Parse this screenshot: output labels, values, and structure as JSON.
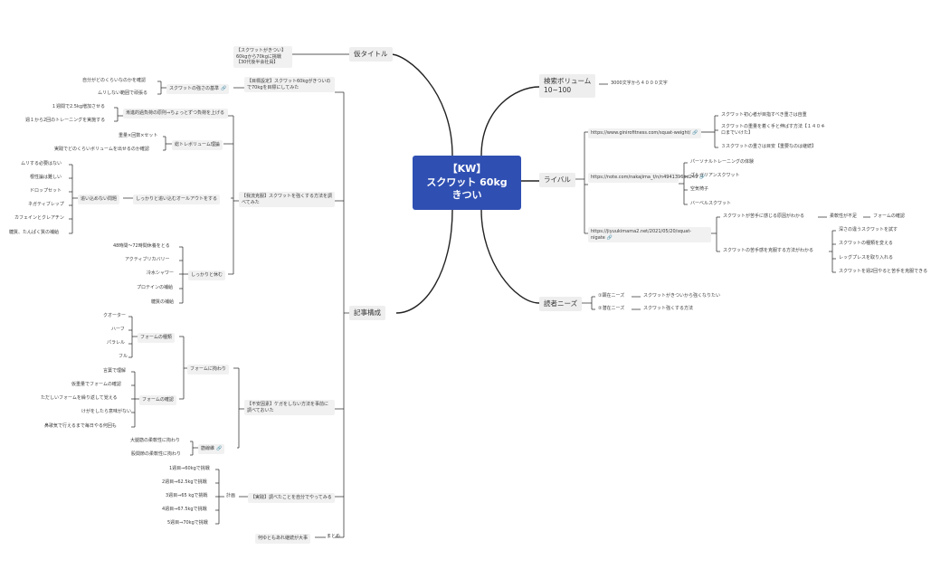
{
  "colors": {
    "root_bg": "#2f4fb2",
    "line": "#222222",
    "node_bg": "#f1f1f1"
  },
  "root": {
    "title_line1": "【KW】",
    "title_line2": "スクワット 60kg",
    "title_line3": "きつい"
  },
  "link_icon": "link-icon",
  "branches": {
    "kari_title": {
      "label": "仮タイトル",
      "child": "【スクワットがきつい】60kgから70kgに挑戦【30代後半会社員】"
    },
    "kiji_kousei": {
      "label": "記事構成",
      "goal": {
        "label": "【目標設定】スクワット60kgがきついので70kgを目標にしてみた",
        "child": "スクワットの強さの基準",
        "leaves": [
          "自分がどのくらいなのかを確認",
          "ムリしない範囲で頑張る"
        ]
      },
      "ryuugi": {
        "label": "【我流克服】スクワットを強くする方法を調べてみた",
        "fuka": {
          "label": "漸進的過負荷の原則⇒ちょっとずつ負荷を上げる",
          "leaves": [
            "１週間で2.5kg増加させる",
            "週１から2回のトレーニングを実施する"
          ]
        },
        "volume": {
          "label": "総トレボリューム理論",
          "leaves": [
            "重量×回数×セット",
            "実践でどのくらいボリュームを出せるのか確認"
          ]
        },
        "allout": {
          "label": "しっかりと追い込むオールアウトをする",
          "child": "追い込めない問題",
          "leaves": [
            "ムリする必要はない",
            "根性論は難しい",
            "ドロップセット",
            "ネガティブレップ",
            "カフェインとクレアチン",
            "糖質、たんぱく質の補給"
          ]
        },
        "rest": {
          "label": "しっかりと休む",
          "leaves": [
            "48時間～72時間休養をとる",
            "アクティブリカバリー",
            "冷水シャワー",
            "プロテインの補給",
            "糖質の補給"
          ]
        }
      },
      "fuan": {
        "label": "【不安因素】ケガをしない方法を事前に調べておいた",
        "form": {
          "label": "フォームに拘わり",
          "types": {
            "label": "フォームの種類",
            "leaves": [
              "クオーター",
              "ハーフ",
              "パラレル",
              "フル"
            ]
          },
          "check": {
            "label": "フォームの確認",
            "leaves": [
              "言葉で理解",
              "仮重量でフォームの確認",
              "ただしいフォームを繰り返して覚える",
              "けがをしたら意味がない",
              "鼻歌気で行えるまで毎日やる何回も"
            ]
          }
        },
        "kinsen": {
          "label": "筋線維",
          "leaves": [
            "大腿筋の柔軟性に拘わり",
            "股関節の柔軟性に拘わり"
          ]
        }
      },
      "jissen": {
        "label": "【実践】調べたことを自分でやってみる",
        "child": "計画",
        "leaves": [
          "1週目⇒60kgで挑戦",
          "2週目⇒62.5kgで挑戦",
          "3週目⇒65 kgで挑戦",
          "4週目⇒67.5kgで挑戦",
          "5週目⇒70kgで挑戦"
        ]
      },
      "matome": {
        "label": "まとめ",
        "child": "何ゆともあれ継続が大事"
      }
    },
    "kensaku": {
      "label": "検索ボリューム",
      "sub": "10~100",
      "child": "3000文字から４０００文字"
    },
    "rival": {
      "label": "ライバル",
      "site1": {
        "url": "https://www.ginirofitness.com/squat-weight/",
        "leaves": [
          "スクワット初心者が目指すべき重さは自重",
          "スクワットの重量を着く手と伸ばす方法【１４０キロまでいけた】",
          "３スクワットの重さは目安【重要なのは継続】"
        ]
      },
      "site2": {
        "url": "https://note.com/nakajima_t/n/n4941396bd249",
        "leaves": [
          "パーソナルトレーニングの体験",
          "ブルガリアンスクワット",
          "空気椅子",
          "バーベルスクワット"
        ]
      },
      "site3": {
        "url": "https://jiyuukimama2.net/2021/05/20/squat-nigate",
        "a": "スクワットが苦手に感じる原因がわかる",
        "a_child": "柔軟性が不足",
        "a_leaf": "フォームの確認",
        "b": "スクワットの苦手感を克服する方法がわかる",
        "b_leaves": [
          "深さの違うスクワットを試す",
          "スクワットの種類を変える",
          "レッグプレスを取り入れる",
          "スクワットを週2回やると苦手を克服できる"
        ]
      }
    },
    "dokusha": {
      "label": "読者ニーズ",
      "items": [
        {
          "tag": "①顕在ニーズ",
          "text": "スクワットがきついから強くなりたい"
        },
        {
          "tag": "②潜在ニーズ",
          "text": "スクワット強くする方法"
        }
      ]
    }
  }
}
